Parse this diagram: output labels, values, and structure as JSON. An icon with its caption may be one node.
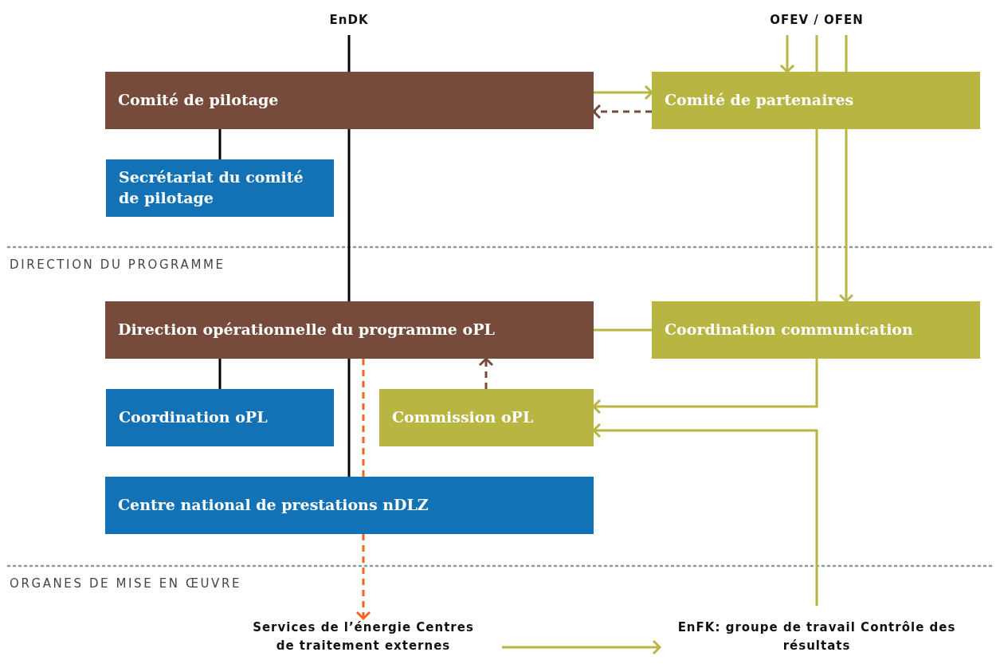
{
  "diagram": {
    "nodes": [
      {
        "text": [
          "EnDK"
        ]
      },
      {
        "text": [
          "OFEV / OFEN"
        ]
      },
      {
        "text": [
          "Comité de pilotage"
        ]
      },
      {
        "text": [
          "Comité de partenaires"
        ]
      },
      {
        "text": [
          "Secrétariat du comité de pilotage"
        ]
      },
      {
        "text": [
          "Direction opérationnelle du programme oPL"
        ]
      },
      {
        "text": [
          "Coordination communication"
        ]
      },
      {
        "text": [
          "Coordination oPL"
        ]
      },
      {
        "text": [
          "Commission oPL"
        ]
      },
      {
        "text": [
          "Centre national de prestations nDLZ"
        ]
      },
      {
        "text": [
          "Services de l’énergie Centres de traitement externes"
        ]
      },
      {
        "text": [
          "EnFK: groupe de travail Contrôle des résultats"
        ]
      }
    ],
    "edges": [
      {
        "from": 0,
        "to": 2,
        "arrow": "none",
        "color": "#000000"
      },
      {
        "from": 2,
        "to": 5,
        "arrow": "none",
        "color": "#000000"
      },
      {
        "from": 5,
        "to": 9,
        "arrow": "none",
        "color": "#000000"
      },
      {
        "from": 2,
        "to": 4,
        "arrow": "none",
        "color": "#000000"
      },
      {
        "from": 5,
        "to": 7,
        "arrow": "none",
        "color": "#000000"
      },
      {
        "from": 2,
        "to": 3,
        "arrow": "to"
      },
      {
        "from": 3,
        "to": 2,
        "arrow": "to",
        "style": "dashed",
        "color": "#774b3b"
      },
      {
        "from": 1,
        "to": 3,
        "arrow": "to"
      },
      {
        "from": 1,
        "to": 3,
        "arrow": "none"
      },
      {
        "from": 1,
        "to": 3,
        "arrow": "none"
      },
      {
        "from": 3,
        "to": 6,
        "arrow": "none"
      },
      {
        "from": 6,
        "to": 8,
        "arrow": "to"
      },
      {
        "from": 3,
        "to": 6,
        "arrow": "to"
      },
      {
        "from": 5,
        "to": 6,
        "arrow": "none"
      },
      {
        "from": 8,
        "to": 5,
        "arrow": "to",
        "style": "dashed",
        "color": "#774b3b"
      },
      {
        "from": 5,
        "to": 9,
        "arrow": "none",
        "style": "dashed",
        "color": "#f26522"
      },
      {
        "from": 9,
        "to": 10,
        "arrow": "to",
        "style": "dashed",
        "color": "#f26522"
      },
      {
        "from": 10,
        "to": 11,
        "arrow": "to"
      },
      {
        "from": 11,
        "to": 8,
        "arrow": "to"
      }
    ],
    "labels": [
      "DIRECTION DU PROGRAMME",
      "ORGANES DE MISE EN ŒUVRE"
    ]
  }
}
